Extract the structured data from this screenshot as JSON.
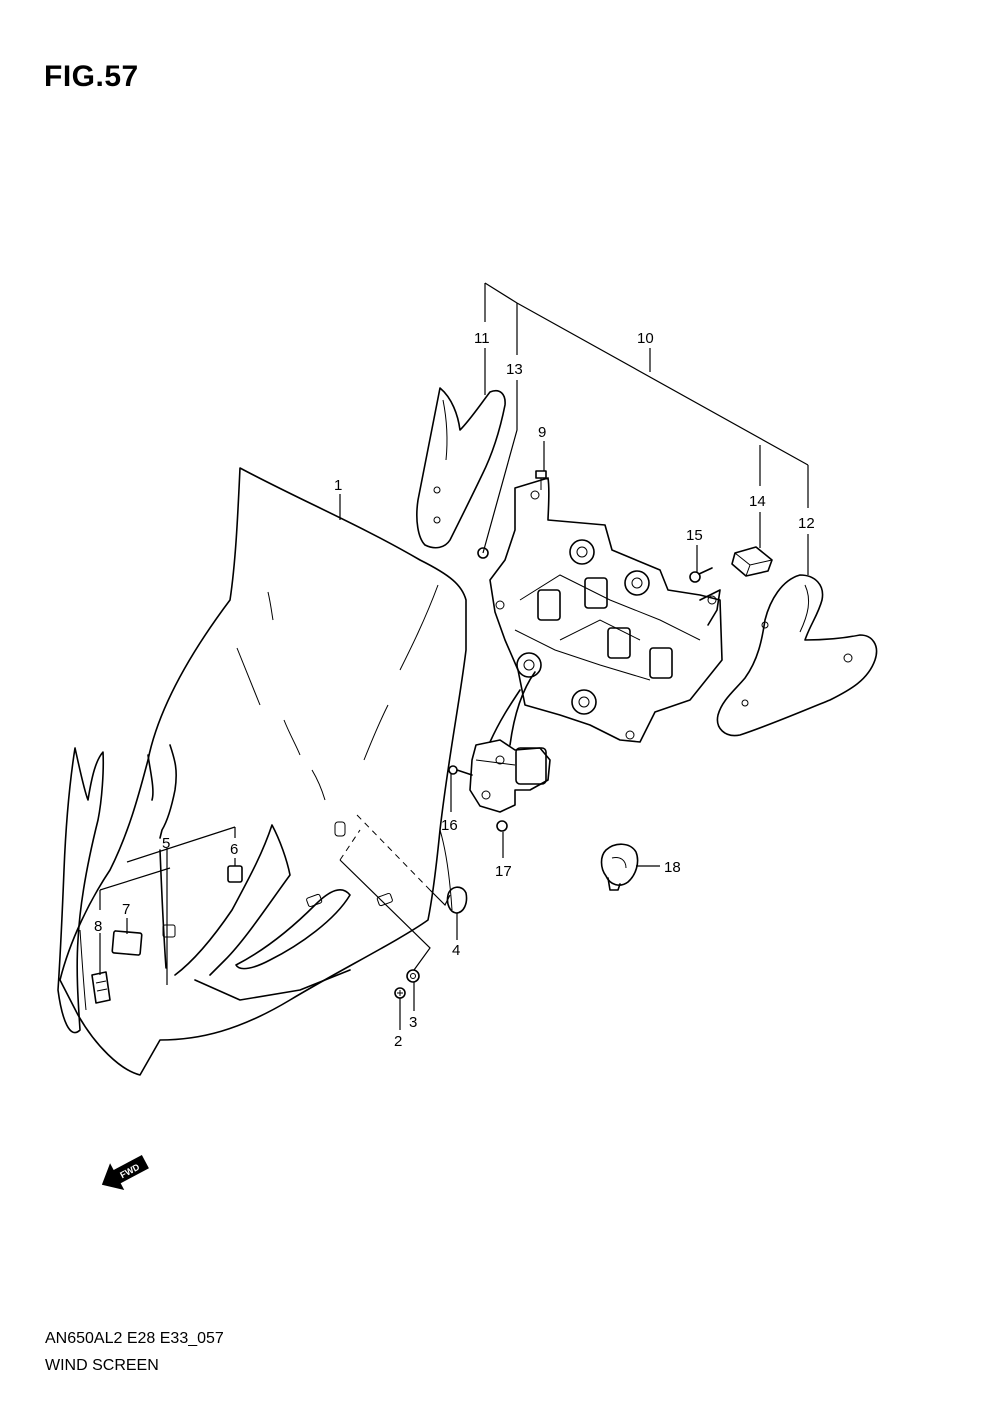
{
  "figure": {
    "title": "FIG.57"
  },
  "footer": {
    "model_code": "AN650AL2 E28 E33_057",
    "section_name": "WIND SCREEN"
  },
  "direction_badge": {
    "label": "FWD",
    "icon": "forward-arrow-icon"
  },
  "callouts": {
    "c1": "1",
    "c2": "2",
    "c3": "3",
    "c4": "4",
    "c5": "5",
    "c6": "6",
    "c7": "7",
    "c8": "8",
    "c9": "9",
    "c10": "10",
    "c11": "11",
    "c12": "12",
    "c13": "13",
    "c14": "14",
    "c15": "15",
    "c16": "16",
    "c17": "17",
    "c18": "18"
  }
}
